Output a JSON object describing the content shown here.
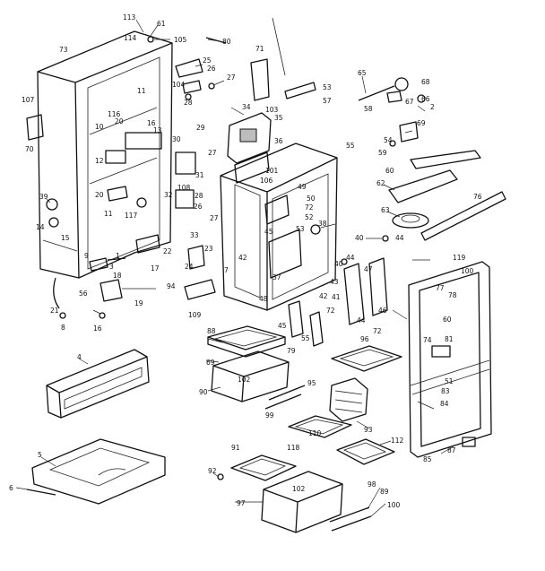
{
  "labels": [
    {
      "id": "113",
      "text": "113"
    },
    {
      "id": "61",
      "text": "61"
    },
    {
      "id": "114",
      "text": "114"
    },
    {
      "id": "105",
      "text": "105"
    },
    {
      "id": "80",
      "text": "80"
    },
    {
      "id": "73",
      "text": "73"
    },
    {
      "id": "71",
      "text": "71"
    },
    {
      "id": "25",
      "text": "25"
    },
    {
      "id": "26",
      "text": "26"
    },
    {
      "id": "104",
      "text": "104"
    },
    {
      "id": "27a",
      "text": "27"
    },
    {
      "id": "28a",
      "text": "28"
    },
    {
      "id": "107",
      "text": "107"
    },
    {
      "id": "70",
      "text": "70"
    },
    {
      "id": "10",
      "text": "10"
    },
    {
      "id": "116",
      "text": "116"
    },
    {
      "id": "11a",
      "text": "11"
    },
    {
      "id": "20a",
      "text": "20"
    },
    {
      "id": "16a",
      "text": "16"
    },
    {
      "id": "13",
      "text": "13"
    },
    {
      "id": "34",
      "text": "34"
    },
    {
      "id": "103",
      "text": "103"
    },
    {
      "id": "35",
      "text": "35"
    },
    {
      "id": "29",
      "text": "29"
    },
    {
      "id": "30",
      "text": "30"
    },
    {
      "id": "27b",
      "text": "27"
    },
    {
      "id": "31",
      "text": "31"
    },
    {
      "id": "12",
      "text": "12"
    },
    {
      "id": "36",
      "text": "36"
    },
    {
      "id": "55",
      "text": "55"
    },
    {
      "id": "101",
      "text": "101"
    },
    {
      "id": "106",
      "text": "106"
    },
    {
      "id": "53",
      "text": "53"
    },
    {
      "id": "57",
      "text": "57"
    },
    {
      "id": "65",
      "text": "65"
    },
    {
      "id": "68a",
      "text": "68"
    },
    {
      "id": "67",
      "text": "67"
    },
    {
      "id": "66",
      "text": "66"
    },
    {
      "id": "2",
      "text": "2"
    },
    {
      "id": "58",
      "text": "58"
    },
    {
      "id": "69",
      "text": "69"
    },
    {
      "id": "54",
      "text": "54"
    },
    {
      "id": "59",
      "text": "59"
    },
    {
      "id": "60",
      "text": "60"
    },
    {
      "id": "62",
      "text": "62"
    },
    {
      "id": "76",
      "text": "76"
    },
    {
      "id": "63",
      "text": "63"
    },
    {
      "id": "39",
      "text": "39"
    },
    {
      "id": "14",
      "text": "14"
    },
    {
      "id": "15",
      "text": "15"
    },
    {
      "id": "20b",
      "text": "20"
    },
    {
      "id": "11b",
      "text": "11"
    },
    {
      "id": "117",
      "text": "117"
    },
    {
      "id": "108",
      "text": "108"
    },
    {
      "id": "32",
      "text": "32"
    },
    {
      "id": "28b",
      "text": "28"
    },
    {
      "id": "26b",
      "text": "26"
    },
    {
      "id": "27c",
      "text": "27"
    },
    {
      "id": "33",
      "text": "33"
    },
    {
      "id": "49",
      "text": "49"
    },
    {
      "id": "50",
      "text": "50"
    },
    {
      "id": "72a",
      "text": "72"
    },
    {
      "id": "52",
      "text": "52"
    },
    {
      "id": "45a",
      "text": "45"
    },
    {
      "id": "38",
      "text": "38"
    },
    {
      "id": "53b",
      "text": "53"
    },
    {
      "id": "40a",
      "text": "40"
    },
    {
      "id": "44a",
      "text": "44"
    },
    {
      "id": "119",
      "text": "119"
    },
    {
      "id": "23",
      "text": "23"
    },
    {
      "id": "22",
      "text": "22"
    },
    {
      "id": "42a",
      "text": "42"
    },
    {
      "id": "24",
      "text": "24"
    },
    {
      "id": "9",
      "text": "9"
    },
    {
      "id": "1",
      "text": "1"
    },
    {
      "id": "17",
      "text": "17"
    },
    {
      "id": "3",
      "text": "3"
    },
    {
      "id": "18",
      "text": "18"
    },
    {
      "id": "7",
      "text": "7"
    },
    {
      "id": "37",
      "text": "37"
    },
    {
      "id": "44b",
      "text": "44"
    },
    {
      "id": "40b",
      "text": "40"
    },
    {
      "id": "47",
      "text": "47"
    },
    {
      "id": "43",
      "text": "43"
    },
    {
      "id": "46",
      "text": "46"
    },
    {
      "id": "94",
      "text": "94"
    },
    {
      "id": "48",
      "text": "48"
    },
    {
      "id": "56",
      "text": "56"
    },
    {
      "id": "19",
      "text": "19"
    },
    {
      "id": "21",
      "text": "21"
    },
    {
      "id": "8",
      "text": "8"
    },
    {
      "id": "16b",
      "text": "16"
    },
    {
      "id": "109",
      "text": "109"
    },
    {
      "id": "42b",
      "text": "42"
    },
    {
      "id": "41",
      "text": "41"
    },
    {
      "id": "72b",
      "text": "72"
    },
    {
      "id": "45b",
      "text": "45"
    },
    {
      "id": "44c",
      "text": "44"
    },
    {
      "id": "72c",
      "text": "72"
    },
    {
      "id": "55b",
      "text": "55"
    },
    {
      "id": "79",
      "text": "79"
    },
    {
      "id": "77",
      "text": "77"
    },
    {
      "id": "100",
      "text": "100"
    },
    {
      "id": "78",
      "text": "78"
    },
    {
      "id": "60b",
      "text": "60"
    },
    {
      "id": "88",
      "text": "88"
    },
    {
      "id": "69b",
      "text": "69"
    },
    {
      "id": "96",
      "text": "96"
    },
    {
      "id": "74",
      "text": "74"
    },
    {
      "id": "81",
      "text": "81"
    },
    {
      "id": "4",
      "text": "4"
    },
    {
      "id": "90",
      "text": "90"
    },
    {
      "id": "102a",
      "text": "102"
    },
    {
      "id": "95",
      "text": "95"
    },
    {
      "id": "51",
      "text": "51"
    },
    {
      "id": "83",
      "text": "83"
    },
    {
      "id": "84",
      "text": "84"
    },
    {
      "id": "99",
      "text": "99"
    },
    {
      "id": "93",
      "text": "93"
    },
    {
      "id": "118",
      "text": "118"
    },
    {
      "id": "110",
      "text": "110"
    },
    {
      "id": "112",
      "text": "112"
    },
    {
      "id": "5",
      "text": "5"
    },
    {
      "id": "91",
      "text": "91"
    },
    {
      "id": "87",
      "text": "87"
    },
    {
      "id": "85",
      "text": "85"
    },
    {
      "id": "92",
      "text": "92"
    },
    {
      "id": "6",
      "text": "6"
    },
    {
      "id": "102b",
      "text": "102"
    },
    {
      "id": "98",
      "text": "98"
    },
    {
      "id": "89",
      "text": "89"
    },
    {
      "id": "97",
      "text": "97"
    },
    {
      "id": "100b",
      "text": "100"
    }
  ]
}
